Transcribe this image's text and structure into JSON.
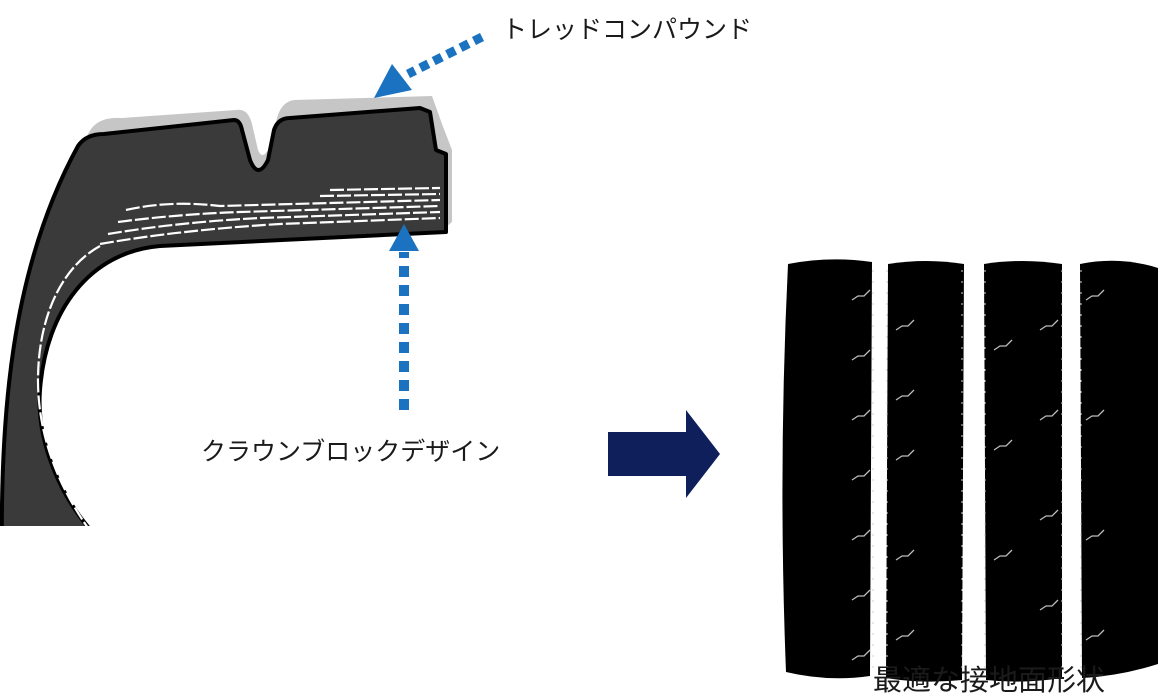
{
  "labels": {
    "tread_compound": "トレッドコンパウンド",
    "crown_block_design": "クラウンブロックデザイン",
    "optimal_contact_shape": "最適な接地面形状"
  },
  "colors": {
    "tire_body": "#3a3a3a",
    "tire_outline": "#000000",
    "tread_compound_layer": "#c6c6c6",
    "belt_lines": "#ffffff",
    "pointer_arrows": "#1a72c0",
    "process_arrow": "#0e1f5c",
    "footprint": "#000000",
    "text": "#1a1a1a"
  },
  "icons": {
    "tread_pointer": "dotted-arrow-icon",
    "crown_pointer": "dotted-arrow-icon",
    "process_arrow": "right-arrow-icon"
  },
  "footprint": {
    "rib_count": 4
  }
}
